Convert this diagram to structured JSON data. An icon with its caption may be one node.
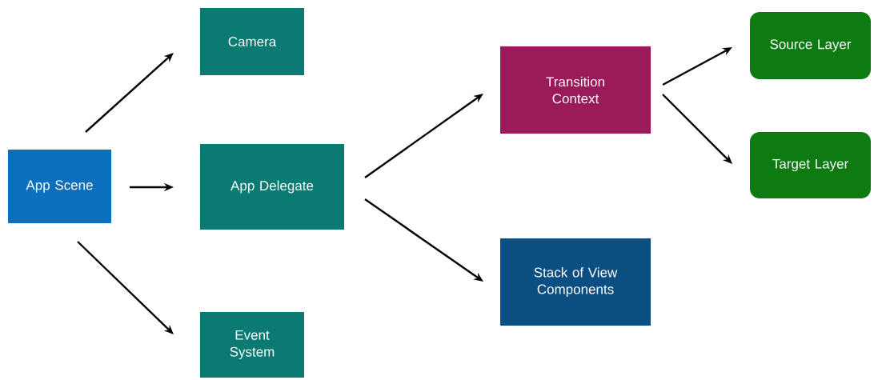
{
  "diagram": {
    "nodes": [
      {
        "text": [
          "App Scene"
        ]
      },
      {
        "text": [
          "Camera"
        ]
      },
      {
        "text": [
          "App Delegate"
        ]
      },
      {
        "text": [
          "Event System"
        ]
      },
      {
        "text": [
          "Transition Context"
        ]
      },
      {
        "text": [
          "Stack of View Components"
        ]
      },
      {
        "text": [
          "Source Layer"
        ]
      },
      {
        "text": [
          "Target Layer"
        ]
      }
    ],
    "edges": [
      {
        "from": 0,
        "to": 1,
        "arrow": "to"
      },
      {
        "from": 0,
        "to": 2,
        "arrow": "to"
      },
      {
        "from": 0,
        "to": 3,
        "arrow": "to"
      },
      {
        "from": 2,
        "to": 4,
        "arrow": "to"
      },
      {
        "from": 2,
        "to": 5,
        "arrow": "to"
      },
      {
        "from": 4,
        "to": 6,
        "arrow": "to"
      },
      {
        "from": 4,
        "to": 7,
        "arrow": "to"
      }
    ]
  }
}
